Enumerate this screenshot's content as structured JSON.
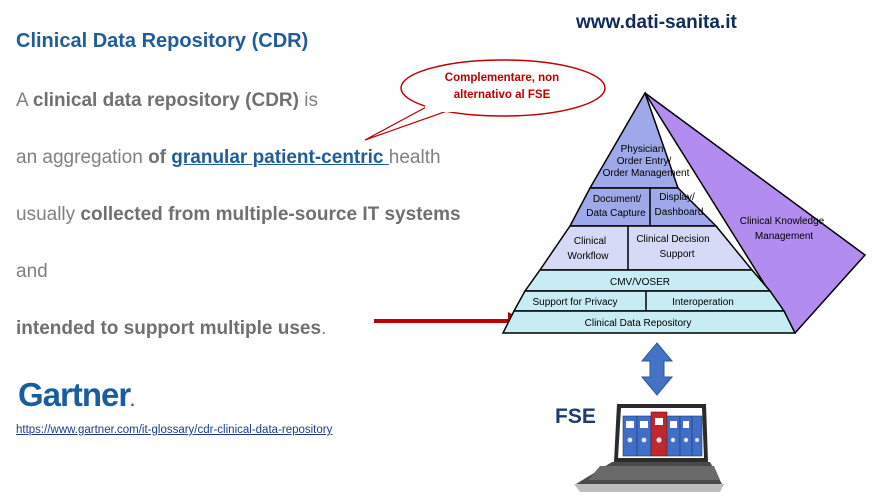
{
  "header": {
    "title": "Clinical Data Repository (CDR)",
    "website": "www.dati-sanita.it"
  },
  "definition": {
    "line1_a": "A ",
    "line1_b": "clinical data repository",
    "line1_c": " (CDR)",
    "line1_d": " is",
    "line2_a": "an aggregation ",
    "line2_b": "of ",
    "line2_link": "granular patient-centric ",
    "line2_c": "health",
    "line3_a": "usually ",
    "line3_b": "collected from multiple-source",
    "line3_c": " IT systems",
    "line4": "and",
    "line5_a": "intended to support multiple uses",
    "line5_b": "."
  },
  "callout": {
    "line1": "Complementare, non",
    "line2": "alternativo al FSE"
  },
  "pyramid": {
    "top_1": "Physician",
    "top_2": "Order Entry/",
    "top_3": "Order Management",
    "doc_1": "Document/",
    "doc_2": "Data Capture",
    "disp_1": "Display/",
    "disp_2": "Dashboard",
    "wf_1": "Clinical",
    "wf_2": "Workflow",
    "cds_1": "Clinical Decision",
    "cds_2": "Support",
    "cmv": "CMV/VOSER",
    "privacy": "Support for Privacy",
    "interop": "Interoperation",
    "cdr": "Clinical Data Repository",
    "ckm_1": "Clinical Knowledge",
    "ckm_2": "Management"
  },
  "source": {
    "brand": "Gartner",
    "url": "https://www.gartner.com/it-glossary/cdr-clinical-data-repository"
  },
  "fse": {
    "label": "FSE"
  },
  "colors": {
    "title_blue": "#1f5c99",
    "callout_red": "#c00000",
    "arrow_red": "#c00000",
    "purple": "#b38cf0",
    "pyramid_blue": "#9fa8e8",
    "pyramid_cyan": "#c7ecf4",
    "double_arrow": "#4472c4"
  }
}
